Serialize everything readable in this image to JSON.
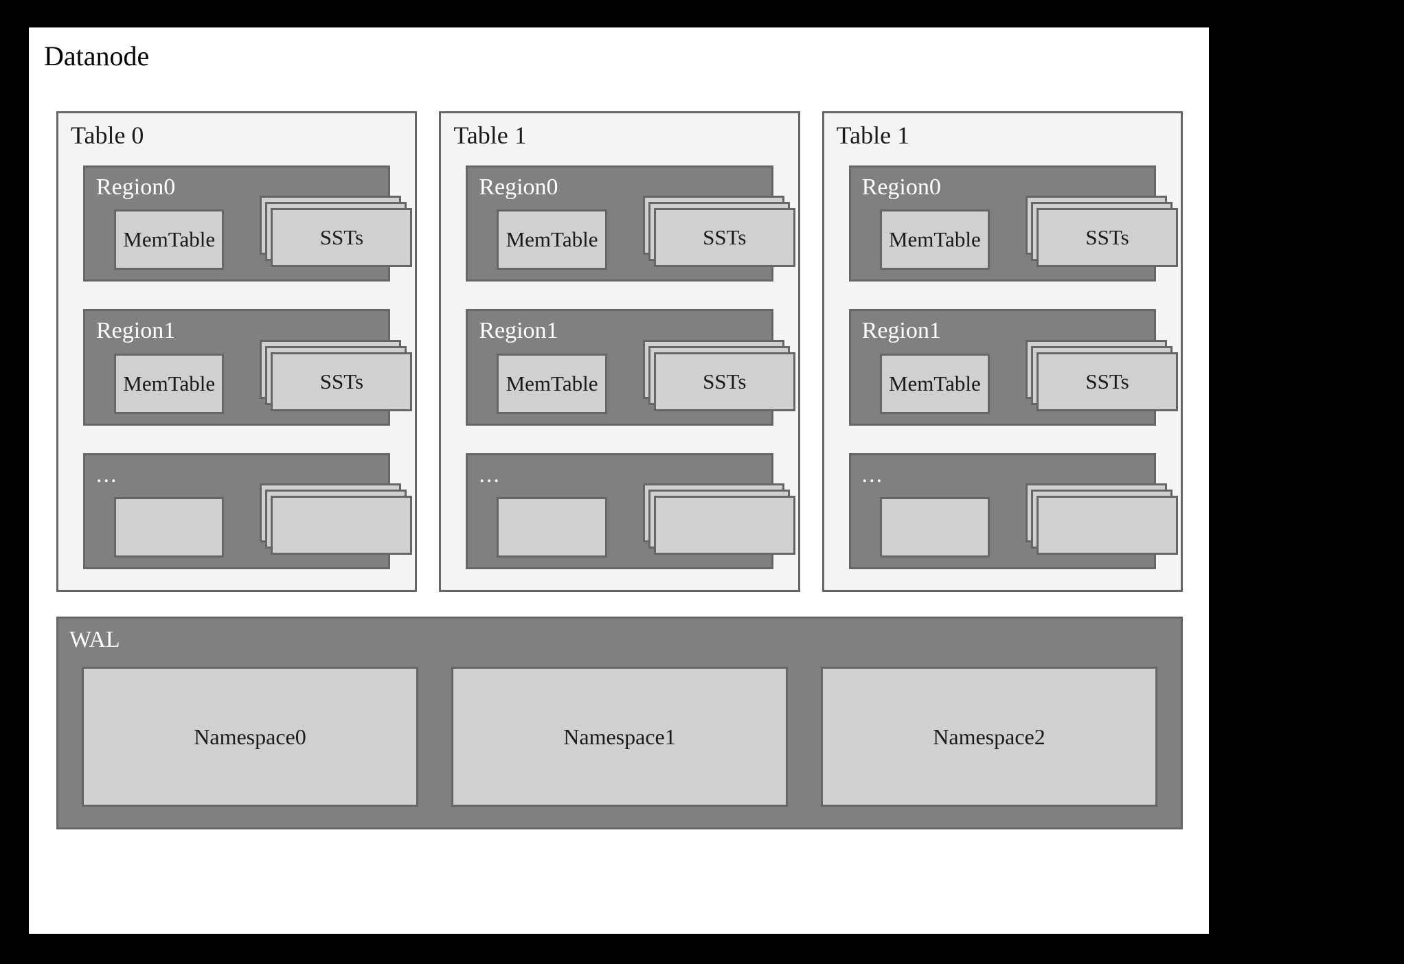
{
  "diagram": {
    "title": "Datanode",
    "colors": {
      "outer_background": "#000000",
      "canvas": "#ffffff",
      "table_panel_fill": "#f4f4f4",
      "region_fill": "#808080",
      "card_fill": "#d0d0d0",
      "border": "#666666",
      "text_dark": "#1a1a1a",
      "text_light": "#ffffff"
    },
    "tables": [
      {
        "label": "Table 0",
        "regions": [
          {
            "label": "Region0",
            "memtable_label": "MemTable",
            "sst_label": "SSTs",
            "sst_count": 3
          },
          {
            "label": "Region1",
            "memtable_label": "MemTable",
            "sst_label": "SSTs",
            "sst_count": 3
          },
          {
            "label": "...",
            "memtable_label": "",
            "sst_label": "",
            "sst_count": 3
          }
        ]
      },
      {
        "label": "Table 1",
        "regions": [
          {
            "label": "Region0",
            "memtable_label": "MemTable",
            "sst_label": "SSTs",
            "sst_count": 3
          },
          {
            "label": "Region1",
            "memtable_label": "MemTable",
            "sst_label": "SSTs",
            "sst_count": 3
          },
          {
            "label": "...",
            "memtable_label": "",
            "sst_label": "",
            "sst_count": 3
          }
        ]
      },
      {
        "label": "Table 1",
        "regions": [
          {
            "label": "Region0",
            "memtable_label": "MemTable",
            "sst_label": "SSTs",
            "sst_count": 3
          },
          {
            "label": "Region1",
            "memtable_label": "MemTable",
            "sst_label": "SSTs",
            "sst_count": 3
          },
          {
            "label": "...",
            "memtable_label": "",
            "sst_label": "",
            "sst_count": 3
          }
        ]
      }
    ],
    "wal": {
      "label": "WAL",
      "namespaces": [
        {
          "label": "Namespace0"
        },
        {
          "label": "Namespace1"
        },
        {
          "label": "Namespace2"
        }
      ]
    }
  }
}
